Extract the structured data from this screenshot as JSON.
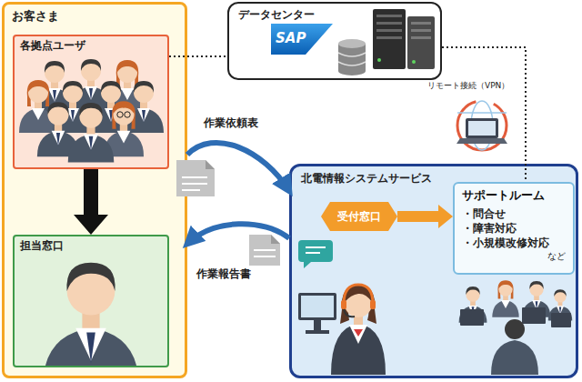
{
  "diagram": {
    "nodes": [
      {
        "text": [
          "お客さま"
        ]
      },
      {
        "text": [
          "各拠点ユーザ"
        ],
        "in": 0
      },
      {
        "text": [
          "担当窓口"
        ],
        "in": 0
      },
      {
        "text": [
          "データセンター"
        ]
      },
      {
        "text": [
          "北電情報システムサービス"
        ]
      },
      {
        "text": [
          "受付窓口"
        ],
        "in": 4
      },
      {
        "text": [
          "サポートルーム",
          "・問合せ",
          "・障害対応",
          "・小規模改修対応",
          "など"
        ],
        "in": 4
      }
    ],
    "edges": [
      {
        "from": 1,
        "to": 2,
        "arrow": "to"
      },
      {
        "from": 1,
        "to": 3,
        "arrow": "none"
      },
      {
        "from": 3,
        "to": 6,
        "arrow": "none"
      },
      {
        "from": 5,
        "to": 6,
        "arrow": "to"
      },
      {
        "from": 0,
        "to": 4,
        "label": "作業依頼表",
        "arrow": "to"
      },
      {
        "from": 4,
        "to": 0,
        "label": "作業報告書",
        "arrow": "to"
      }
    ],
    "labels": [
      "SAP",
      "リモート接続（VPN）"
    ]
  }
}
